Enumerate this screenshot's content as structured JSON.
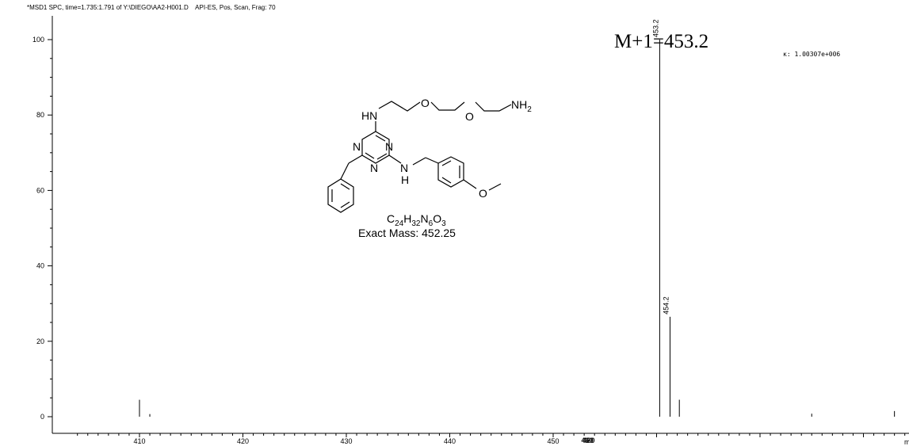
{
  "header": "*MSD1 SPC, time=1.735:1.791 of Y:\\DIEGO\\AA2-H001.D    API-ES, Pos, Scan, Frag: 70",
  "annotations": {
    "main_ion": "M+1=453.2",
    "abundance": "κ: 1.00307e+006",
    "formula": "C24H32N6O3",
    "exact_mass": "Exact Mass: 452.25"
  },
  "structure_labels": {
    "hn_top": "HN",
    "o1": "O",
    "o2": "O",
    "nh2": "NH",
    "nh2_sub": "2",
    "n_left": "N",
    "n_right": "N",
    "n_bottom": "N",
    "nh_mid": "N",
    "nh_mid_h": "H",
    "o_methoxy": "O"
  },
  "chart_data": {
    "type": "bar",
    "x_unit_label": "m",
    "x_ticks": [
      410,
      420,
      430,
      440,
      450,
      460
    ],
    "x_ticks_bold": [
      "460",
      "480"
    ],
    "y_ticks": [
      0,
      20,
      40,
      60,
      80,
      100
    ],
    "ylim": [
      0,
      104
    ],
    "peaks": [
      {
        "mz": 410.0,
        "intensity": 4.5
      },
      {
        "mz": 411.0,
        "intensity": 0.7
      },
      {
        "mz": 460.3,
        "intensity": 100,
        "label": "453.2"
      },
      {
        "mz": 461.3,
        "intensity": 26.5,
        "label": "454.2"
      },
      {
        "mz": 462.2,
        "intensity": 4.5
      },
      {
        "mz": 475.0,
        "intensity": 0.8
      },
      {
        "mz": 483.0,
        "intensity": 1.5
      }
    ]
  }
}
